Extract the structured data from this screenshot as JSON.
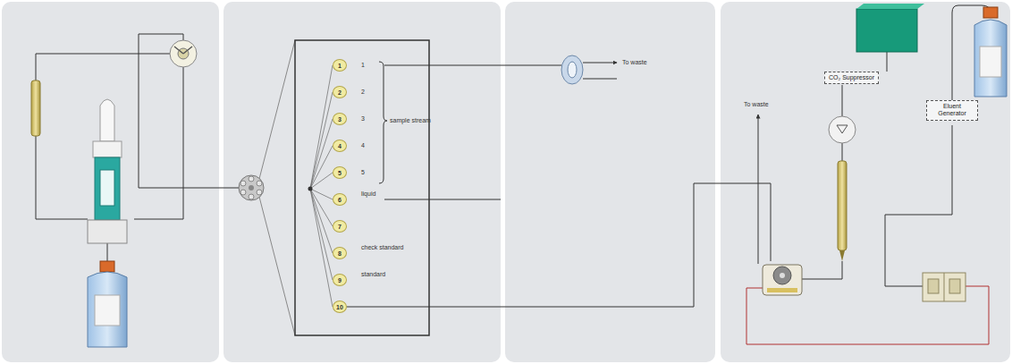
{
  "diagram": {
    "nodes": [
      {
        "text": [
          "1"
        ]
      },
      {
        "text": [
          "2"
        ]
      },
      {
        "text": [
          "3"
        ]
      },
      {
        "text": [
          "4"
        ]
      },
      {
        "text": [
          "5"
        ]
      },
      {
        "text": [
          "6"
        ]
      },
      {
        "text": [
          "7"
        ]
      },
      {
        "text": [
          "8"
        ]
      },
      {
        "text": [
          "9"
        ]
      },
      {
        "text": [
          "10"
        ]
      },
      {
        "text": [
          "CO₂ Suppressor"
        ]
      },
      {
        "text": [
          "Eluent Generator"
        ]
      }
    ],
    "labels": [
      "1",
      "2",
      "3",
      "4",
      "5",
      "sample stream",
      "liquid",
      "check standard",
      "standard",
      "To waste",
      "To waste"
    ]
  }
}
